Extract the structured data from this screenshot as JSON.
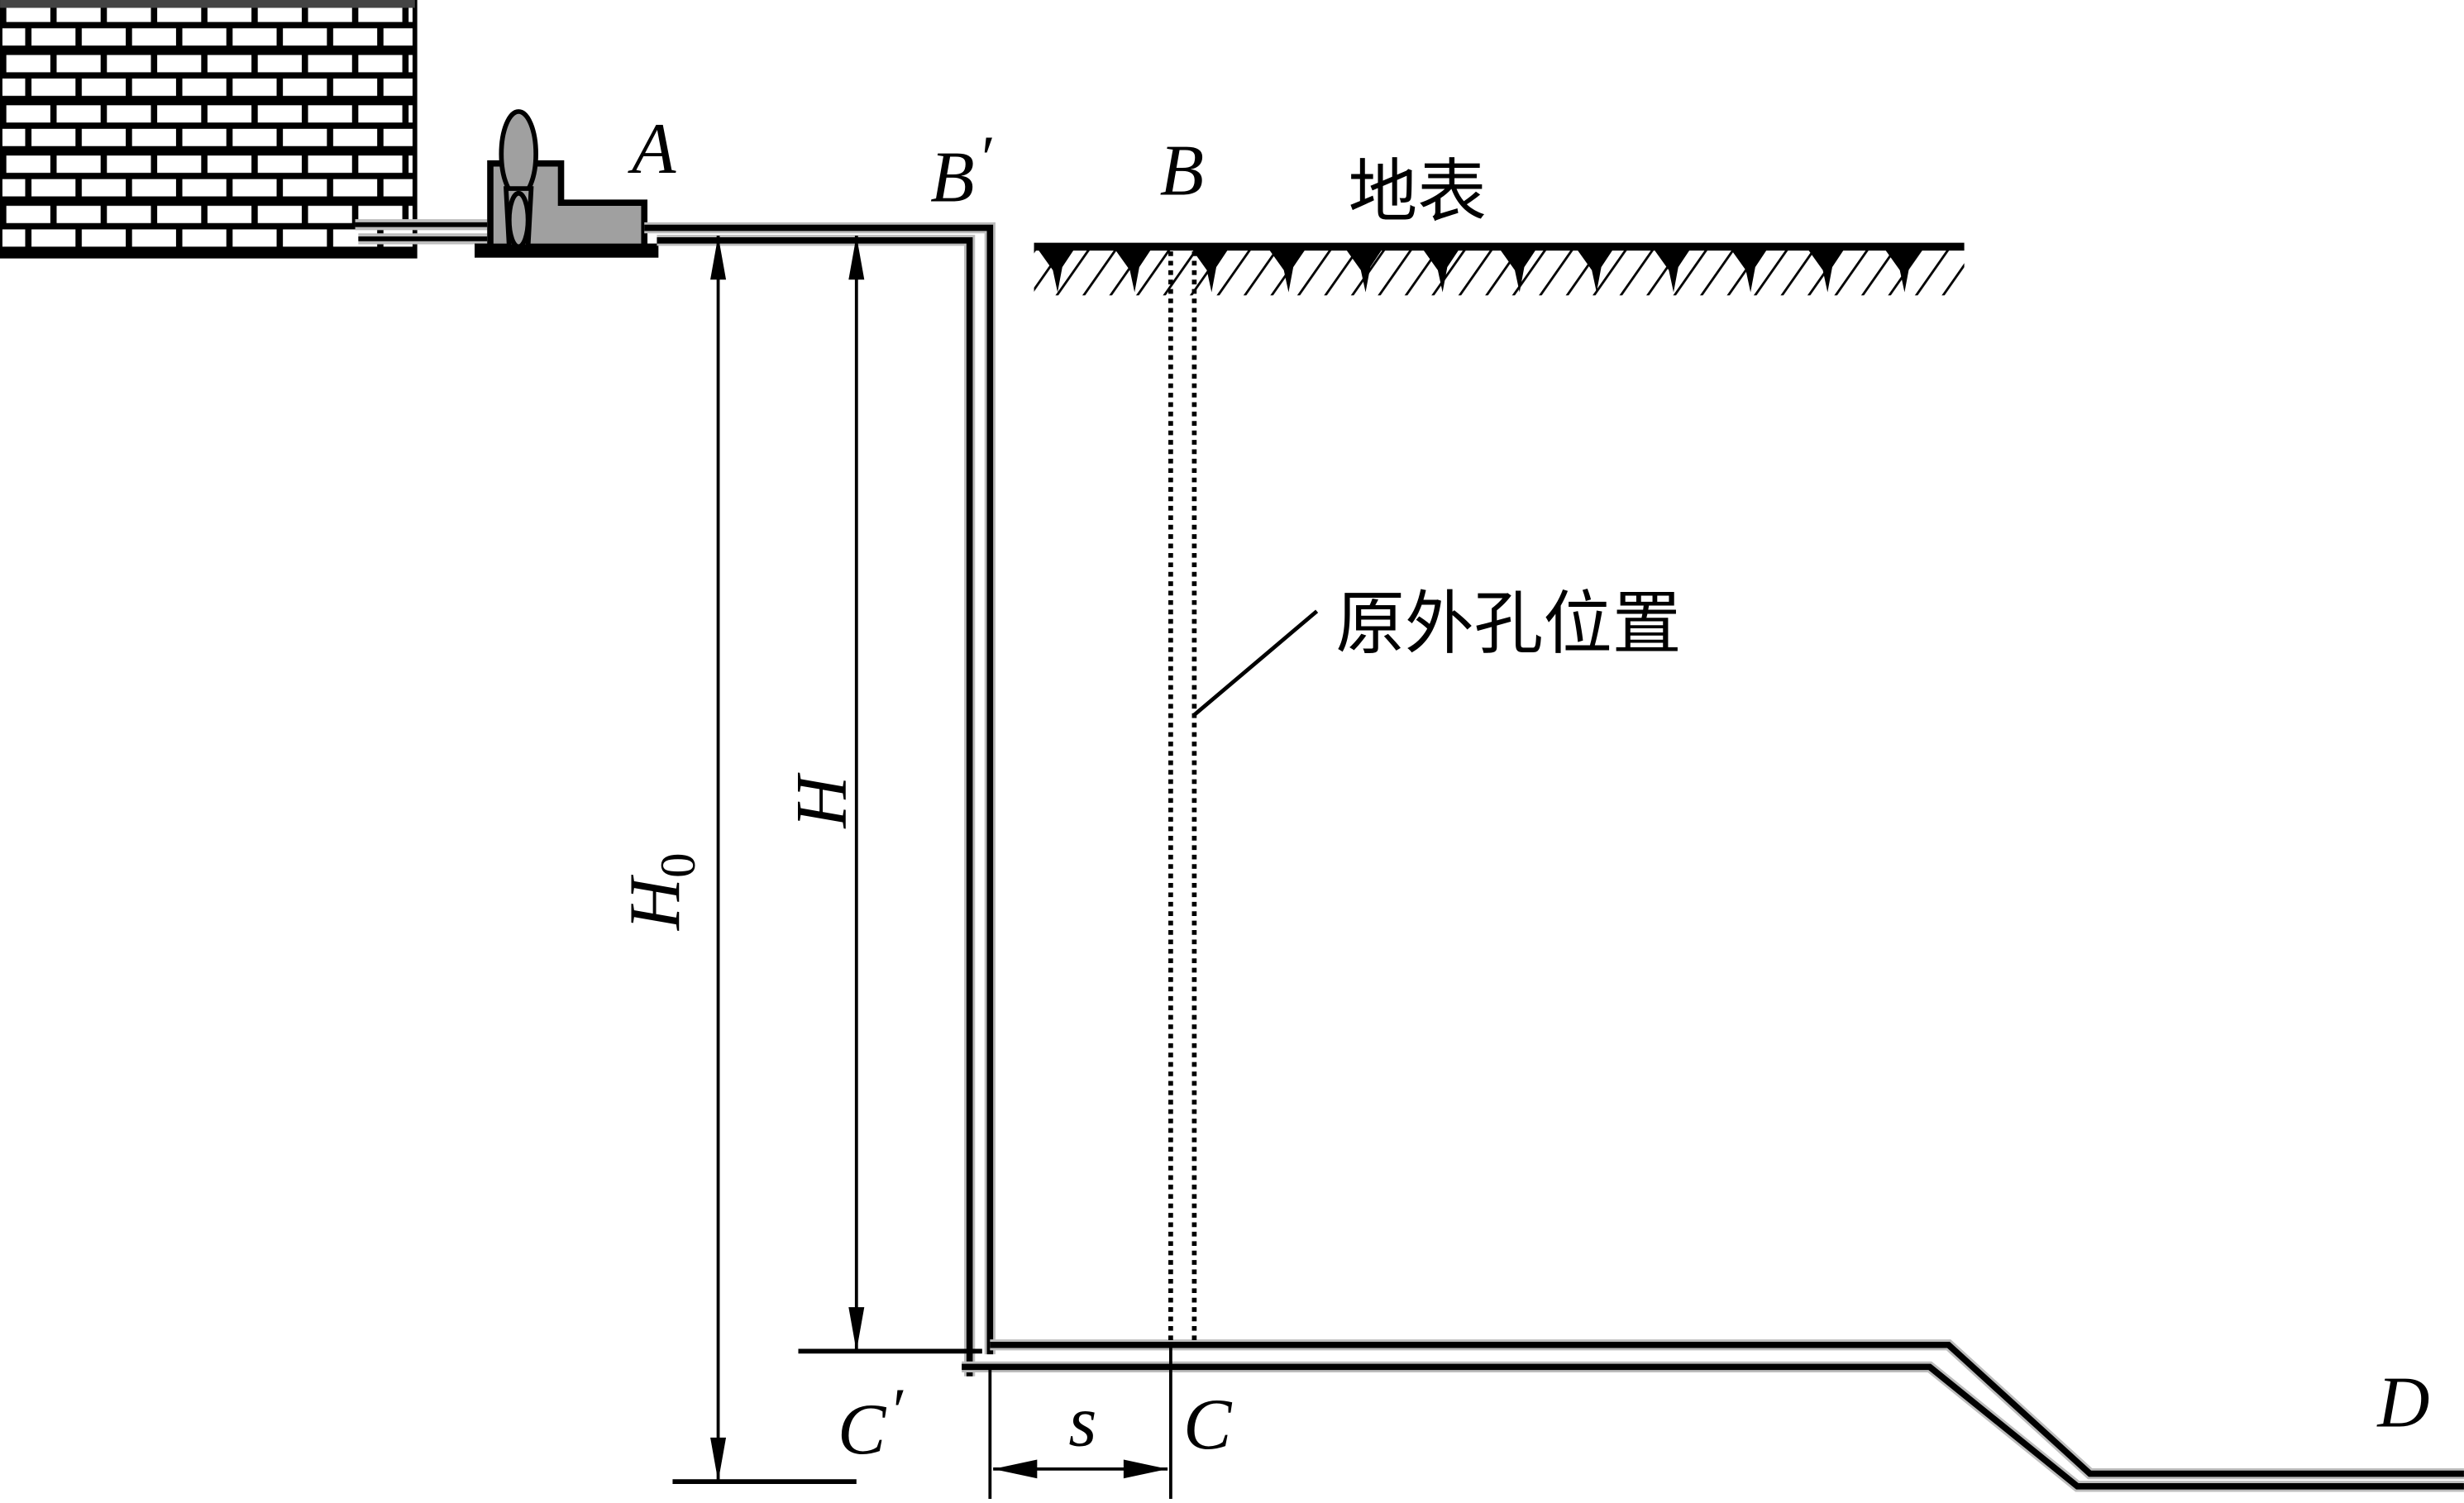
{
  "figure": {
    "labels": {
      "pump": "A",
      "pipe_corner_top": "B",
      "pipe_corner_top_prime": "B",
      "prime_mark": "′",
      "surface_point": "B",
      "ground_surface": "地表",
      "original_hole_position": "原外孔位置",
      "depth_H": "H",
      "depth_H0": "H",
      "subscript_zero": "0",
      "bottom_prime": "C",
      "bottom_point": "C",
      "offset": "s",
      "end_point": "D"
    },
    "colors": {
      "line": "#000000",
      "pump_fill": "#a0a0a0",
      "pipe_shadow": "#bdbdbd",
      "background": "#ffffff"
    }
  }
}
